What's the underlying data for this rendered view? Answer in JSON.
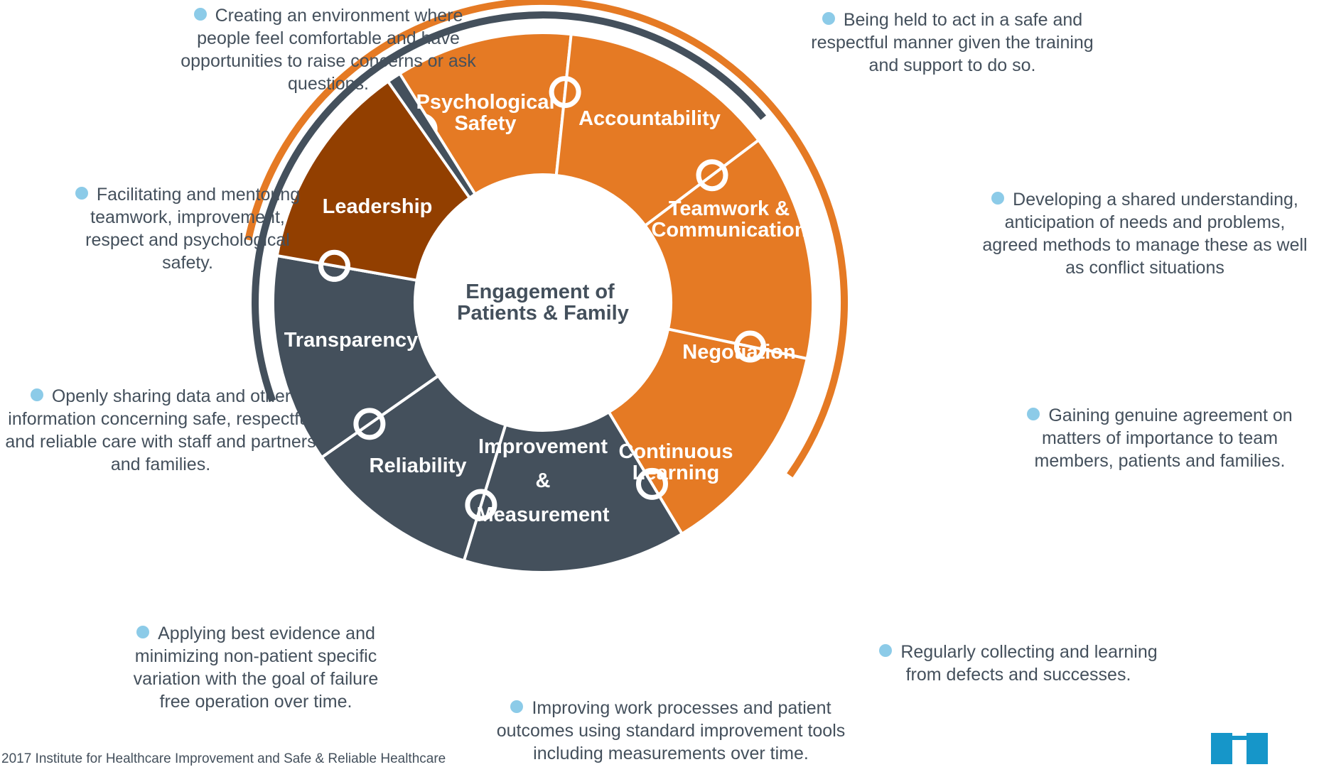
{
  "center": {
    "line1": "Engagement of",
    "line2": "Patients & Family"
  },
  "colors": {
    "orange": "#e57a24",
    "dark_orange": "#923f00",
    "slate": "#44505c",
    "bullet": "#8ccbe8",
    "logo": "#1696c9"
  },
  "segments": [
    {
      "id": "psychological-safety",
      "lines": [
        "Psychological",
        "Safety"
      ],
      "color": "orange"
    },
    {
      "id": "accountability",
      "lines": [
        "Accountability"
      ],
      "color": "orange"
    },
    {
      "id": "teamwork-communication",
      "lines": [
        "Teamwork &",
        "Communication"
      ],
      "color": "orange"
    },
    {
      "id": "negotiation",
      "lines": [
        "Negotiation"
      ],
      "color": "orange"
    },
    {
      "id": "continuous-learning",
      "lines": [
        "Continuous",
        "Learning"
      ],
      "color": "slate"
    },
    {
      "id": "improvement-measurement",
      "lines": [
        "Improvement",
        "&",
        "Measurement"
      ],
      "color": "slate"
    },
    {
      "id": "reliability",
      "lines": [
        "Reliability"
      ],
      "color": "slate"
    },
    {
      "id": "transparency",
      "lines": [
        "Transparency"
      ],
      "color": "slate"
    },
    {
      "id": "leadership",
      "lines": [
        "Leadership"
      ],
      "color": "dark_orange"
    }
  ],
  "descriptions": {
    "psychological_safety": "Creating an environment where people feel comfortable and have opportunities to raise concerns or ask questions.",
    "accountability": "Being held to act in a safe and respectful manner given the training and support to do so.",
    "leadership": "Facilitating and mentoring teamwork, improvement, respect and psychological safety.",
    "teamwork": "Developing a shared understanding, anticipation of needs and problems, agreed methods to manage these as well as conflict situations",
    "transparency": "Openly sharing data and other information concerning safe, respectful and reliable care with staff and partners and families.",
    "negotiation": "Gaining genuine agreement on matters of importance to team members, patients and families.",
    "reliability": "Applying best evidence and minimizing non-patient specific variation with the goal of failure free operation over time.",
    "continuous_learning": "Regularly collecting and learning from defects and successes.",
    "improvement": "Improving work processes and patient outcomes using standard improvement tools including measurements over time."
  },
  "footer": "2017 Institute for Healthcare Improvement and Safe & Reliable Healthcare"
}
